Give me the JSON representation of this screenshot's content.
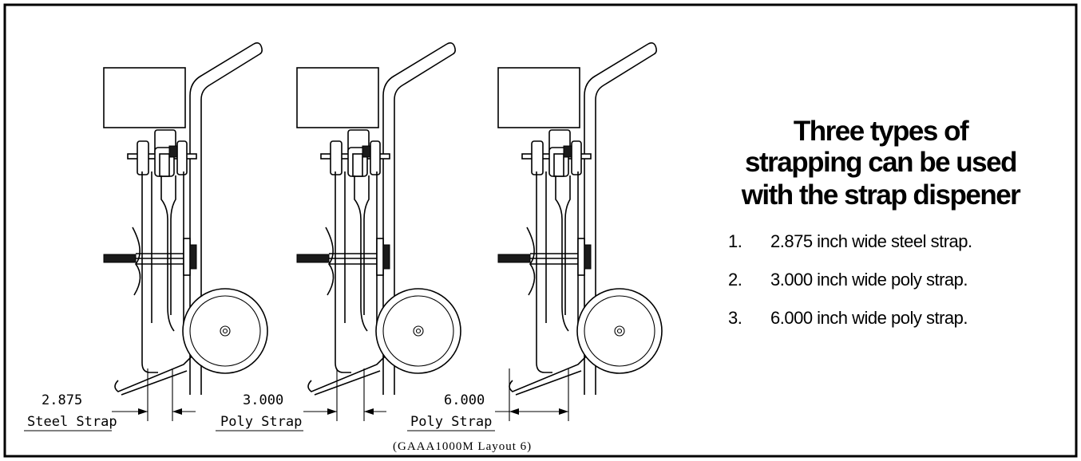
{
  "heading": {
    "line1": "Three types of",
    "line2": "strapping can be used",
    "line3": "with the strap dispener"
  },
  "list": [
    {
      "num": "1.",
      "text": "2.875 inch wide steel strap."
    },
    {
      "num": "2.",
      "text": "3.000 inch wide poly strap."
    },
    {
      "num": "3.",
      "text": "6.000 inch wide poly strap."
    }
  ],
  "dispensers": [
    {
      "dimension": "2.875",
      "label": "Steel Strap"
    },
    {
      "dimension": "3.000",
      "label": "Poly Strap"
    },
    {
      "dimension": "6.000",
      "label": "Poly Strap"
    }
  ],
  "caption": "(GAAA1000M Layout 6)"
}
